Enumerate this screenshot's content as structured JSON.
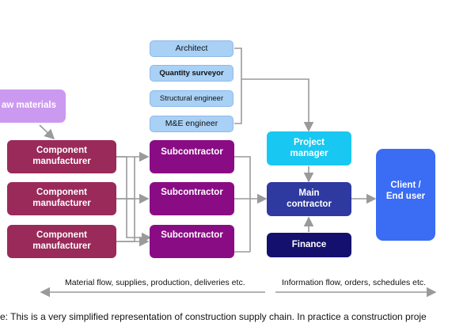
{
  "diagram": {
    "top_fragment": "",
    "consultants": {
      "architect": "Architect",
      "quantity_surveyor": "Quantity surveyor",
      "structural_engineer": "Structural engineer",
      "me_engineer": "M&E engineer"
    },
    "raw_materials": "aw materials",
    "component_manufacturer": [
      "Component",
      "manufacturer"
    ],
    "subcontractor": "Subcontractor",
    "project_manager": [
      "Project",
      "manager"
    ],
    "main_contractor": [
      "Main",
      "contractor"
    ],
    "finance": "Finance",
    "client": [
      "Client /",
      "End user"
    ],
    "material_flow_label": "Material flow, supplies, production, deliveries etc.",
    "information_flow_label": "Information flow, orders, schedules etc."
  },
  "caption": "e: This is a very simplified representation of construction supply chain. In practice a construction proje",
  "colors": {
    "consultant": "#a9d0f5",
    "raw_materials": "#cc99f0",
    "component_manufacturer": "#9a2a5a",
    "subcontractor": "#8a0c85",
    "project_manager": "#19c8f2",
    "main_contractor": "#2e3a9f",
    "finance": "#14106e",
    "client": "#3a6cf4",
    "arrows": "#9a9a9a"
  }
}
